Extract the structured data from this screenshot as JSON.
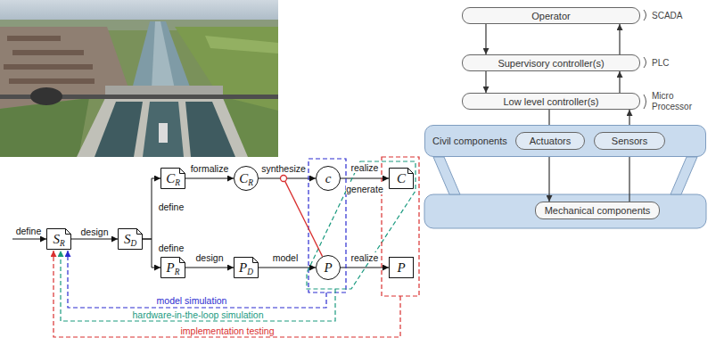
{
  "diagram": {
    "nodes": [
      {
        "text": [
          "SR"
        ]
      },
      {
        "text": [
          "SD"
        ]
      },
      {
        "text": [
          "CR"
        ]
      },
      {
        "text": [
          "CR"
        ]
      },
      {
        "text": [
          "c"
        ]
      },
      {
        "text": [
          "C"
        ]
      },
      {
        "text": [
          "PR"
        ]
      },
      {
        "text": [
          "PD"
        ]
      },
      {
        "text": [
          "P"
        ]
      },
      {
        "text": [
          "P"
        ]
      },
      {
        "text": [
          "Operator"
        ]
      },
      {
        "text": [
          "Supervisory controller(s)"
        ]
      },
      {
        "text": [
          "Low level controller(s)"
        ]
      },
      {
        "text": [
          "Civil components"
        ]
      },
      {
        "text": [
          "Actuators"
        ],
        "in": 13
      },
      {
        "text": [
          "Sensors"
        ],
        "in": 13
      },
      {
        "text": [
          "Mechanical components"
        ]
      }
    ],
    "edges": [
      {
        "from": 0,
        "to": 1,
        "arrow": "to",
        "label": "design"
      },
      {
        "from": 1,
        "to": 2,
        "arrow": "to",
        "label": "define"
      },
      {
        "from": 1,
        "to": 6,
        "arrow": "to",
        "label": "define"
      },
      {
        "from": 2,
        "to": 3,
        "arrow": "to",
        "label": "formalize"
      },
      {
        "from": 3,
        "to": 4,
        "arrow": "to",
        "label": "synthesize"
      },
      {
        "from": 4,
        "to": 5,
        "arrow": "to",
        "label": "realize generate"
      },
      {
        "from": 6,
        "to": 7,
        "arrow": "to",
        "label": "design"
      },
      {
        "from": 7,
        "to": 8,
        "arrow": "to",
        "label": "model"
      },
      {
        "from": 8,
        "to": 9,
        "arrow": "to",
        "label": "realize"
      },
      {
        "from": 10,
        "to": 11,
        "arrow": "to"
      },
      {
        "from": 11,
        "to": 10,
        "arrow": "to"
      },
      {
        "from": 11,
        "to": 12,
        "arrow": "to"
      },
      {
        "from": 12,
        "to": 11,
        "arrow": "to"
      },
      {
        "from": 12,
        "to": 14,
        "arrow": "to"
      },
      {
        "from": 15,
        "to": 12,
        "arrow": "to"
      },
      {
        "from": 14,
        "to": 16,
        "arrow": "to"
      },
      {
        "from": 16,
        "to": 15,
        "arrow": "to"
      }
    ],
    "labels": [
      "define",
      "model simulation",
      "hardware-in-the-loop simulation",
      "implementation testing",
      "SCADA",
      "PLC",
      "Micro Processor"
    ]
  }
}
